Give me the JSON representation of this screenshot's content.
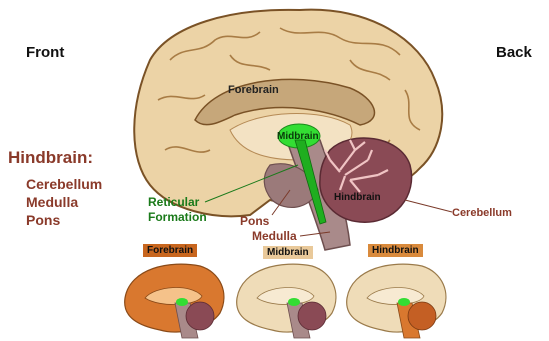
{
  "orientation": {
    "front": "Front",
    "back": "Back"
  },
  "hindbrain_list": {
    "heading": "Hindbrain:",
    "items": [
      "Cerebellum",
      "Medulla",
      "Pons"
    ]
  },
  "labels": {
    "forebrain": "Forebrain",
    "midbrain": "Midbrain",
    "hindbrain": "Hindbrain",
    "reticular_line1": "Reticular",
    "reticular_line2": "Formation",
    "pons": "Pons",
    "medulla": "Medulla",
    "cerebellum": "Cerebellum"
  },
  "thumbnails": [
    {
      "label": "Forebrain",
      "label_bg": "#c8661e"
    },
    {
      "label": "Midbrain",
      "label_bg": "#e9c99a"
    },
    {
      "label": "Hindbrain",
      "label_bg": "#d98a3c"
    }
  ],
  "colors": {
    "cortex": "#ecd3a6",
    "cortex_stroke": "#7a5226",
    "brainstem": "#a98a8a",
    "cerebellum": "#8a4a55",
    "midbrain": "#33dd33",
    "reticular": "#1fae1f",
    "label_red": "#8a3a2a",
    "label_green": "#1a7a1a"
  }
}
